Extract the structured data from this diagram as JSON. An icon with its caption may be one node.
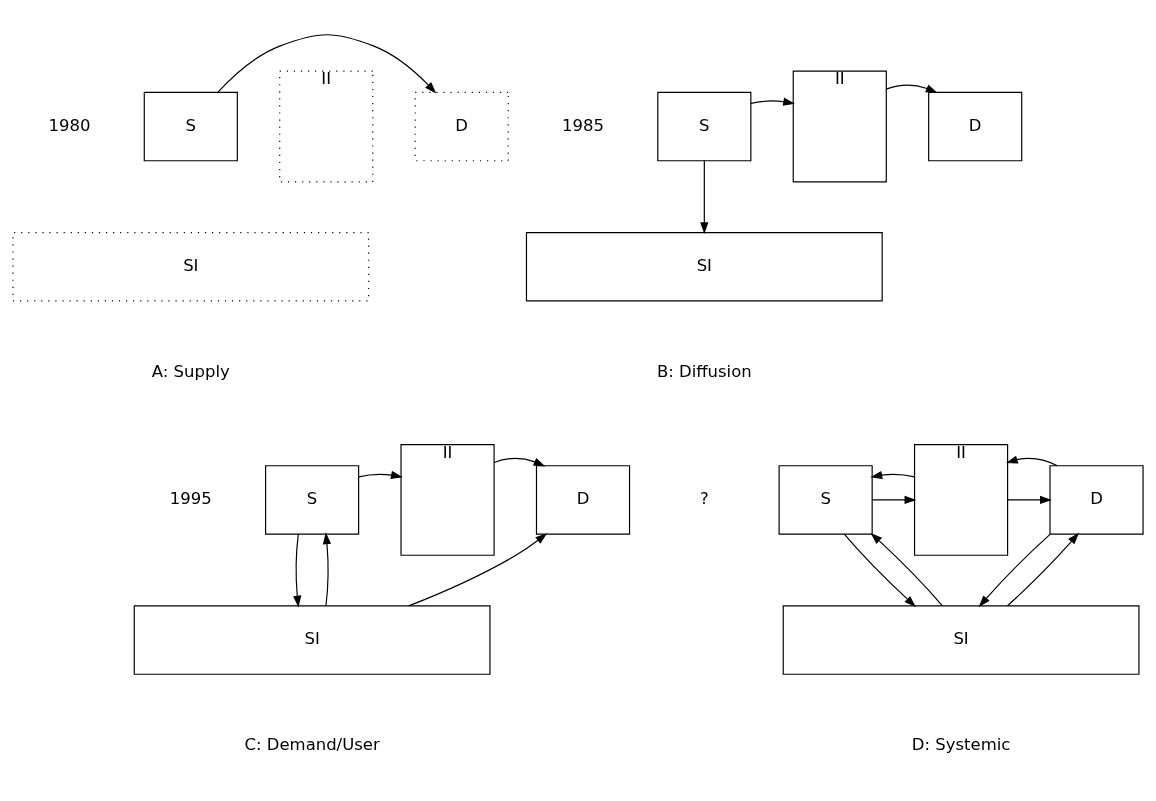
{
  "diagram": {
    "nodes": [
      {
        "text": [
          "S"
        ]
      },
      {
        "text": [
          "II"
        ]
      },
      {
        "text": [
          "D"
        ]
      },
      {
        "text": [
          "SI"
        ]
      },
      {
        "text": [
          "S"
        ]
      },
      {
        "text": [
          "II"
        ]
      },
      {
        "text": [
          "D"
        ]
      },
      {
        "text": [
          "SI"
        ]
      },
      {
        "text": [
          "S"
        ]
      },
      {
        "text": [
          "II"
        ]
      },
      {
        "text": [
          "D"
        ]
      },
      {
        "text": [
          "SI"
        ]
      },
      {
        "text": [
          "S"
        ]
      },
      {
        "text": [
          "II"
        ]
      },
      {
        "text": [
          "D"
        ]
      },
      {
        "text": [
          "SI"
        ]
      }
    ],
    "edges": [
      {
        "from": 0,
        "to": 2,
        "arrow": "to"
      },
      {
        "from": 4,
        "to": 5,
        "arrow": "to"
      },
      {
        "from": 5,
        "to": 6,
        "arrow": "to"
      },
      {
        "from": 4,
        "to": 7,
        "arrow": "to"
      },
      {
        "from": 8,
        "to": 9,
        "arrow": "to"
      },
      {
        "from": 9,
        "to": 10,
        "arrow": "to"
      },
      {
        "from": 11,
        "to": 8,
        "arrow": "to"
      },
      {
        "from": 8,
        "to": 11,
        "arrow": "to"
      },
      {
        "from": 11,
        "to": 10,
        "arrow": "to"
      },
      {
        "from": 12,
        "to": 13,
        "arrow": "to"
      },
      {
        "from": 13,
        "to": 14,
        "arrow": "to"
      },
      {
        "from": 13,
        "to": 12,
        "arrow": "to"
      },
      {
        "from": 14,
        "to": 13,
        "arrow": "to"
      },
      {
        "from": 15,
        "to": 12,
        "arrow": "to"
      },
      {
        "from": 12,
        "to": 15,
        "arrow": "to"
      },
      {
        "from": 15,
        "to": 14,
        "arrow": "to"
      },
      {
        "from": 14,
        "to": 15,
        "arrow": "to"
      }
    ],
    "labels": [
      "1980",
      "1985",
      "A: Supply",
      "B: Diffusion",
      "1995",
      "?",
      "C: Demand/User",
      "D: Systemic"
    ]
  }
}
